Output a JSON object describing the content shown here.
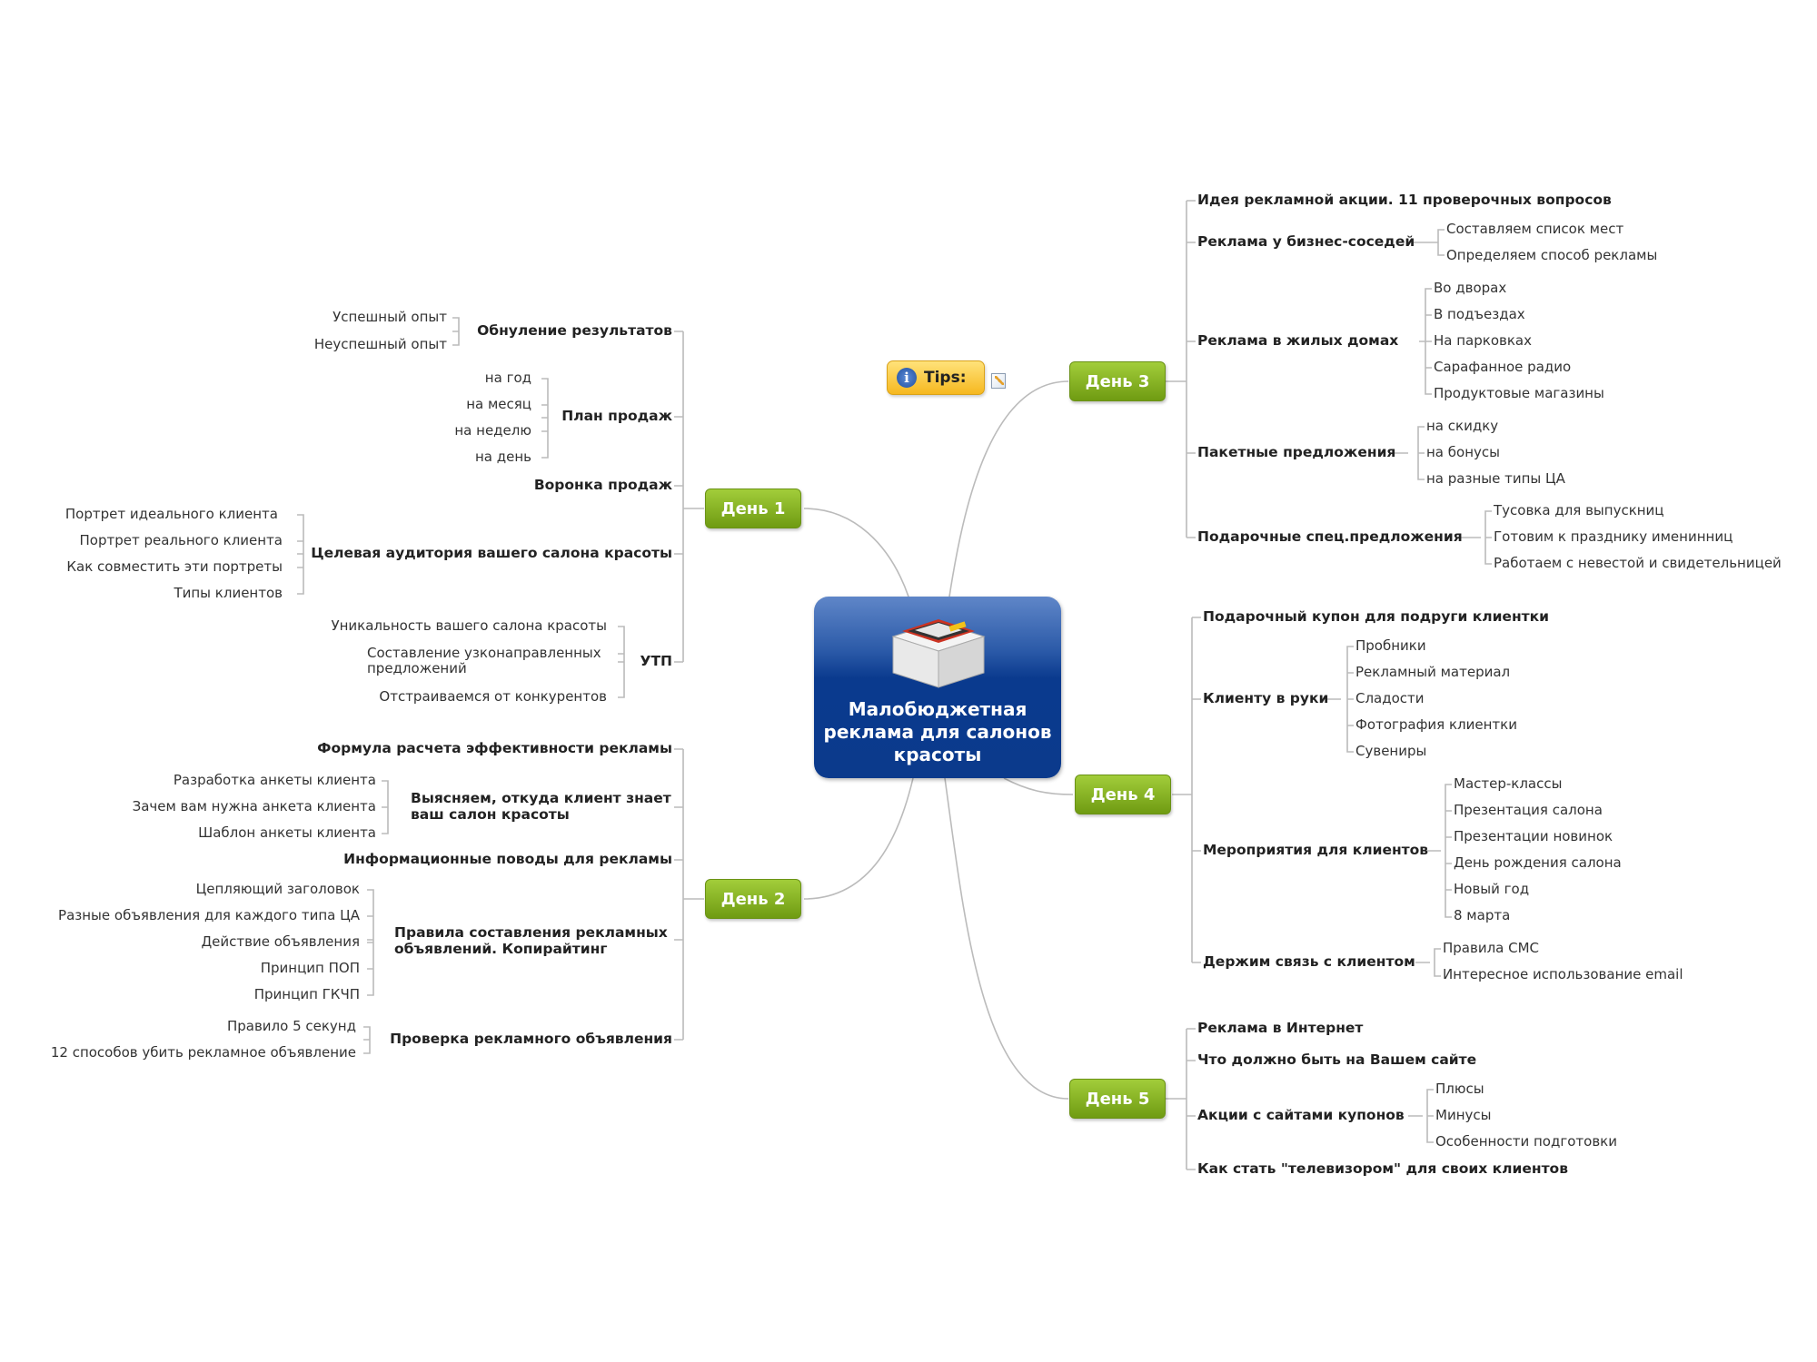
{
  "center_title": "Малобюджетная реклама для салонов красоты",
  "tips_label": "Tips:",
  "colors": {
    "day_green": "#8ab826",
    "center_blue": "#0b3a8c",
    "tips_yellow": "#f9c83a",
    "line": "#bbbbbb"
  },
  "icons": [
    "info-icon",
    "note-icon",
    "product-box-image"
  ],
  "days": [
    {
      "label": "День 1",
      "topics": [
        {
          "label": "Обнуление результатов",
          "items": [
            "Успешный опыт",
            "Неуспешный опыт"
          ]
        },
        {
          "label": "План продаж",
          "items": [
            "на год",
            "на месяц",
            "на неделю",
            "на день"
          ]
        },
        {
          "label": "Воронка продаж",
          "items": []
        },
        {
          "label": "Целевая аудитория вашего салона красоты",
          "items": [
            "Портрет идеального клиента",
            "Портрет реального клиента",
            "Как совместить эти портреты",
            "Типы клиентов"
          ]
        },
        {
          "label": "УТП",
          "items": [
            "Уникальность вашего салона красоты",
            "Составление узконаправленных предложений",
            "Отстраиваемся от конкурентов"
          ]
        }
      ]
    },
    {
      "label": "День 2",
      "topics": [
        {
          "label": "Формула расчета эффективности рекламы",
          "items": []
        },
        {
          "label": "Выясняем, откуда клиент знает ваш салон красоты",
          "items": [
            "Разработка анкеты клиента",
            "Зачем вам нужна анкета клиента",
            "Шаблон анкеты клиента"
          ]
        },
        {
          "label": "Информационные поводы для рекламы",
          "items": []
        },
        {
          "label": "Правила составления рекламных объявлений. Копирайтинг",
          "items": [
            "Цепляющий заголовок",
            "Разные объявления для каждого типа ЦА",
            "Действие объявления",
            "Принцип ПОП",
            "Принцип ГКЧП"
          ]
        },
        {
          "label": "Проверка рекламного объявления",
          "items": [
            "Правило 5 секунд",
            "12 способов убить рекламное объявление"
          ]
        }
      ]
    },
    {
      "label": "День 3",
      "topics": [
        {
          "label": "Идея рекламной акции. 11 проверочных вопросов",
          "items": []
        },
        {
          "label": "Реклама у бизнес-соседей",
          "items": [
            "Составляем список мест",
            "Определяем способ рекламы"
          ]
        },
        {
          "label": "Реклама в жилых домах",
          "items": [
            "Во дворах",
            "В подъездах",
            "На парковках",
            "Сарафанное радио",
            "Продуктовые магазины"
          ]
        },
        {
          "label": "Пакетные предложения",
          "items": [
            "на скидку",
            "на бонусы",
            "на разные типы ЦА"
          ]
        },
        {
          "label": "Подарочные спец.предложения",
          "items": [
            "Тусовка для выпускниц",
            "Готовим к празднику именинниц",
            "Работаем с невестой и свидетельницей"
          ]
        }
      ]
    },
    {
      "label": "День 4",
      "topics": [
        {
          "label": "Подарочный купон для подруги клиентки",
          "items": []
        },
        {
          "label": "Клиенту в руки",
          "items": [
            "Пробники",
            "Рекламный материал",
            "Сладости",
            "Фотография клиентки",
            "Сувениры"
          ]
        },
        {
          "label": "Мероприятия для клиентов",
          "items": [
            "Мастер-классы",
            "Презентация салона",
            "Презентации новинок",
            "День рождения салона",
            "Новый год",
            "8 марта"
          ]
        },
        {
          "label": "Держим связь с клиентом",
          "items": [
            "Правила СМС",
            "Интересное использование email"
          ]
        }
      ]
    },
    {
      "label": "День 5",
      "topics": [
        {
          "label": "Реклама в Интернет",
          "items": []
        },
        {
          "label": "Что должно быть на Вашем сайте",
          "items": []
        },
        {
          "label": "Акции с сайтами купонов",
          "items": [
            "Плюсы",
            "Минусы",
            "Особенности подготовки"
          ]
        },
        {
          "label": "Как стать \"телевизором\" для своих клиентов",
          "items": []
        }
      ]
    }
  ]
}
